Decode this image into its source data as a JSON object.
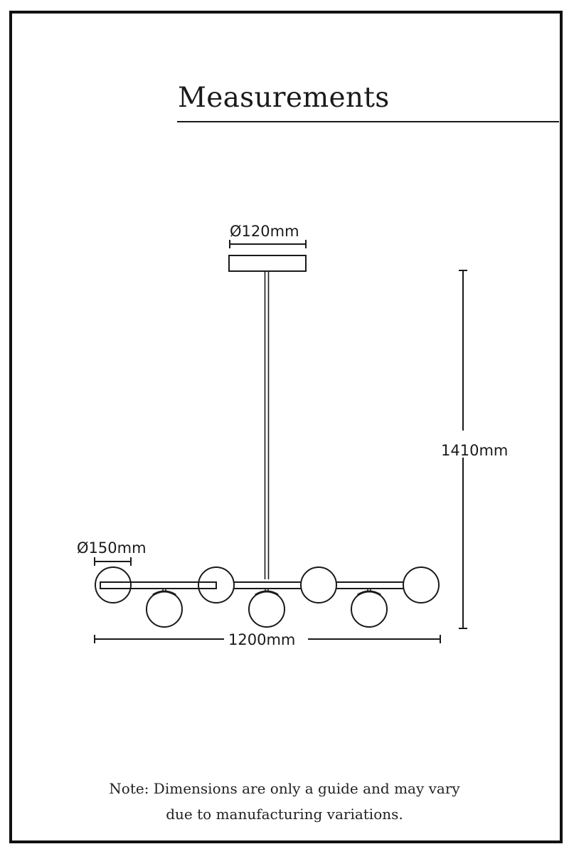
{
  "header": {
    "title": "Measurements"
  },
  "dimensions": {
    "canopy_diameter": "Ø120mm",
    "globe_diameter": "Ø150mm",
    "overall_height": "1410mm",
    "overall_width": "1200mm"
  },
  "fixture": {
    "type": "linear pendant, 7 globes",
    "upper_globes": 4,
    "lower_globes": 3
  },
  "note": {
    "line1": "Note: Dimensions are only a guide and may vary",
    "line2": "due to manufacturing variations."
  },
  "colors": {
    "ink": "#1a1a1a",
    "background": "#ffffff"
  }
}
